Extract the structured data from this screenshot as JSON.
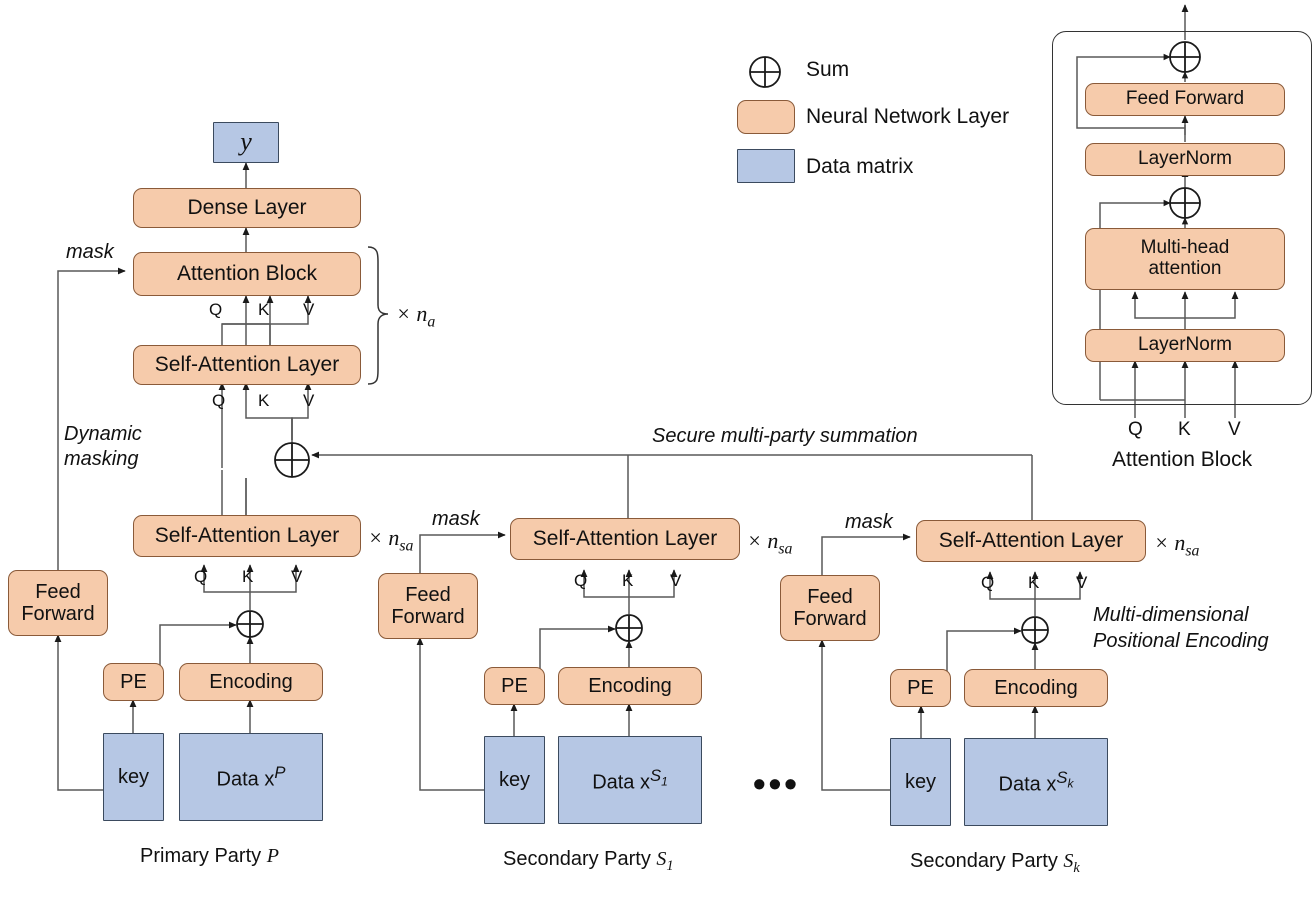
{
  "legend": {
    "items": [
      {
        "icon": "sum-icon",
        "label": "Sum"
      },
      {
        "icon": "nn-layer-swatch",
        "label": "Neural Network Layer"
      },
      {
        "icon": "data-matrix-swatch",
        "label": "Data matrix"
      }
    ]
  },
  "colors": {
    "nn_layer_fill": "#f6cbab",
    "nn_layer_border": "#8a5a39",
    "data_matrix_fill": "#b6c7e4",
    "data_matrix_border": "#3b4a5e",
    "wire": "#595959",
    "text": "#111111"
  },
  "main_stack": {
    "output": "y",
    "dense_layer": "Dense Layer",
    "attention_block": "Attention Block",
    "self_attention_layer": "Self-Attention Layer",
    "repeat_attention": "× n",
    "repeat_attention_sub": "a",
    "mask_label": "mask",
    "dynamic_masking_line1": "Dynamic",
    "dynamic_masking_line2": "masking",
    "qkv_upper": [
      "Q",
      "K",
      "V"
    ],
    "qkv_lower": [
      "Q",
      "K",
      "V"
    ]
  },
  "secure_sum_label": "Secure multi-party summation",
  "mdpe_line1": "Multi-dimensional",
  "mdpe_line2": "Positional Encoding",
  "ellipsis": "•••",
  "parties": [
    {
      "id": "primary",
      "caption_prefix": "Primary Party ",
      "caption_symbol": "P",
      "self_attention": "Self-Attention Layer",
      "feed_forward_l1": "Feed",
      "feed_forward_l2": "Forward",
      "pe": "PE",
      "encoding": "Encoding",
      "key": "key",
      "data_prefix": "Data x",
      "data_sup": "P",
      "repeat": "× n",
      "repeat_sub": "sa",
      "mask_label": ""
    },
    {
      "id": "secondary-1",
      "caption_prefix": "Secondary Party ",
      "caption_symbol": "S",
      "caption_sub": "1",
      "self_attention": "Self-Attention Layer",
      "feed_forward_l1": "Feed",
      "feed_forward_l2": "Forward",
      "pe": "PE",
      "encoding": "Encoding",
      "key": "key",
      "data_prefix": "Data x",
      "data_sup": "S",
      "data_sup_sub": "1",
      "repeat": "× n",
      "repeat_sub": "sa",
      "mask_label": "mask"
    },
    {
      "id": "secondary-k",
      "caption_prefix": "Secondary Party ",
      "caption_symbol": "S",
      "caption_sub": "k",
      "self_attention": "Self-Attention Layer",
      "feed_forward_l1": "Feed",
      "feed_forward_l2": "Forward",
      "pe": "PE",
      "encoding": "Encoding",
      "key": "key",
      "data_prefix": "Data x",
      "data_sup": "S",
      "data_sup_sub": "k",
      "repeat": "× n",
      "repeat_sub": "sa",
      "mask_label": "mask"
    }
  ],
  "attention_block_detail": {
    "title": "Attention Block",
    "feed_forward": "Feed Forward",
    "layernorm_top": "LayerNorm",
    "multi_head_l1": "Multi-head",
    "multi_head_l2": "attention",
    "layernorm_bottom": "LayerNorm",
    "inputs": [
      "Q",
      "K",
      "V"
    ]
  }
}
